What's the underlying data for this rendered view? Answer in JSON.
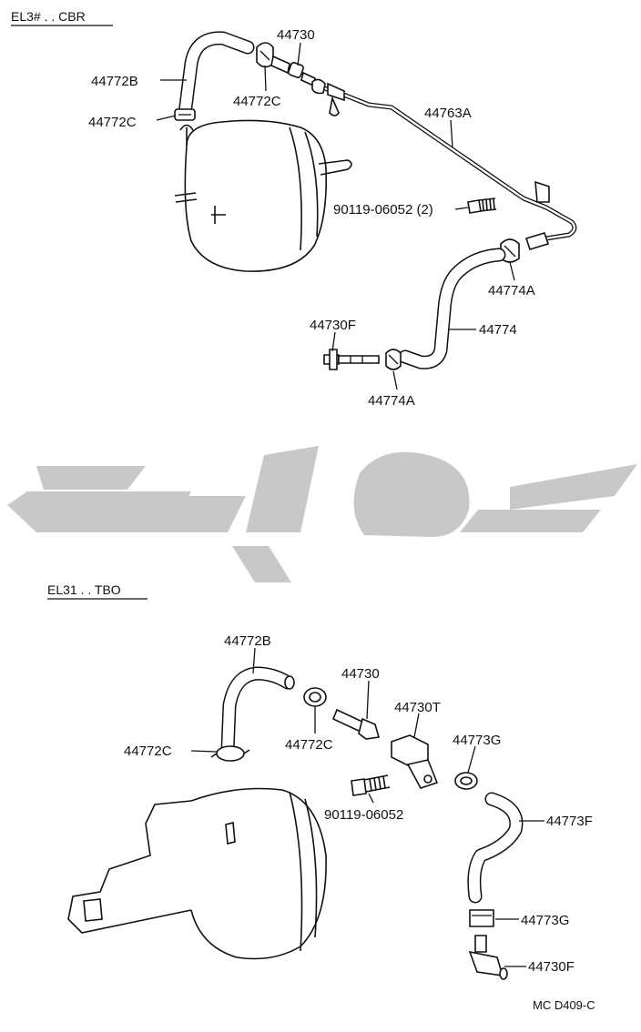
{
  "sections": [
    {
      "title": "EL3# . . CBR",
      "labels": [
        "44730",
        "44772B",
        "44772C",
        "44772C",
        "44763A",
        "90119-06052 (2)",
        "44774A",
        "44730F",
        "44774",
        "44774A"
      ]
    },
    {
      "title": "EL31 . . TBO",
      "labels": [
        "44772B",
        "44730",
        "44730T",
        "44772C",
        "44772C",
        "44773G",
        "90119-06052",
        "44773F",
        "44773G",
        "44730F"
      ]
    }
  ],
  "diagram_code": "MC D409-C",
  "icons": [
    "watermark-logo"
  ]
}
